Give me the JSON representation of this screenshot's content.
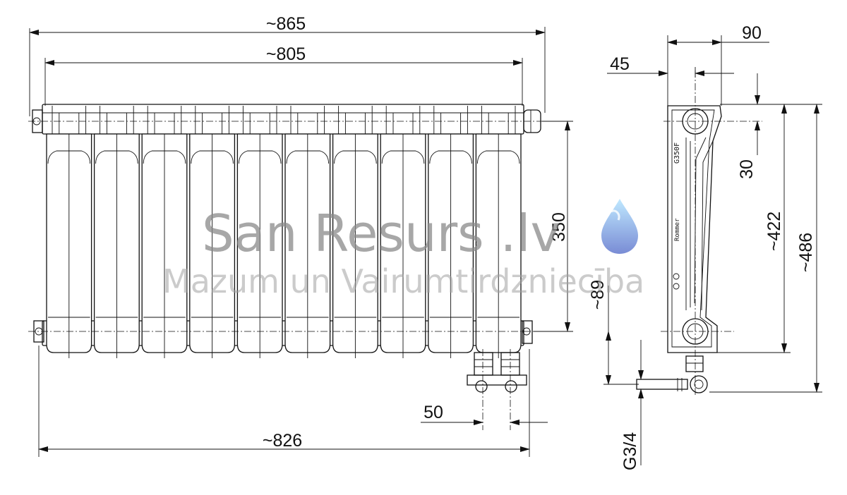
{
  "dimensions": {
    "overall_width": "~865",
    "body_width": "~805",
    "connection_width": "~826",
    "center_distance": "350",
    "valve_offset": "50",
    "bottom_offset": "~89",
    "depth": "90",
    "half_depth": "45",
    "top_offset": "30",
    "section_height": "~422",
    "total_height": "~486",
    "thread": "G3/4"
  },
  "section_count": 10,
  "product_marking": "G350F",
  "brand_marking": "Rommer",
  "watermark": {
    "title": "San Resurs .lv",
    "subtitle": "Mazum un Vairumtirdzniecība"
  },
  "colors": {
    "line": "#111111",
    "watermark_text": "#8a8a8a",
    "drop_light": "#9fd8ff",
    "drop_dark": "#6a7fd0"
  }
}
